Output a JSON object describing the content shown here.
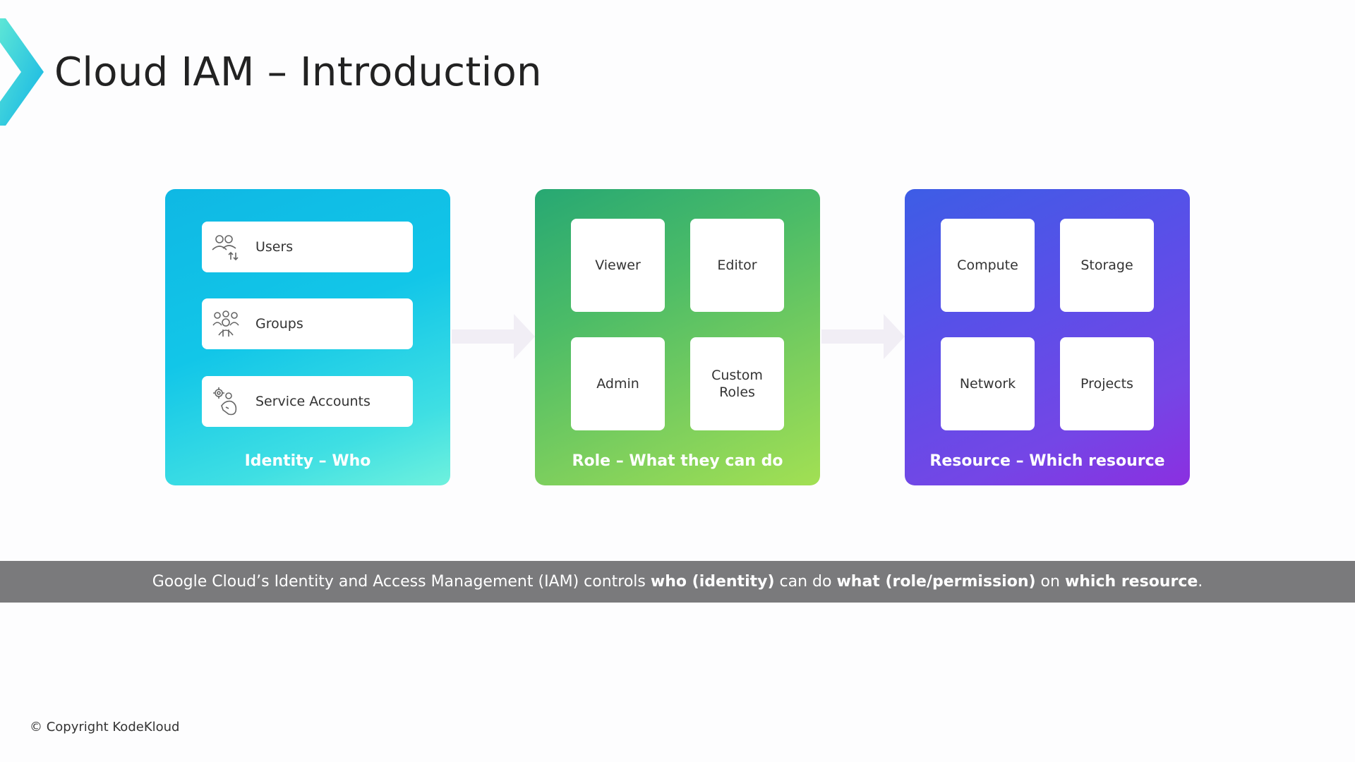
{
  "title": "Cloud IAM – Introduction",
  "colors": {
    "identity": "#12c6e8",
    "role": "#5dbf62",
    "resource": "#6a48e6",
    "banner": "#7a7a7c"
  },
  "identity": {
    "label": "Identity – Who",
    "items": [
      {
        "label": "Users",
        "icon": "users-icon"
      },
      {
        "label": "Groups",
        "icon": "groups-icon"
      },
      {
        "label": "Service Accounts",
        "icon": "service-accounts-icon"
      }
    ]
  },
  "role": {
    "label": "Role – What they can do",
    "items": [
      "Viewer",
      "Editor",
      "Admin",
      "Custom\nRoles"
    ]
  },
  "resource": {
    "label": "Resource – Which resource",
    "items": [
      "Compute",
      "Storage",
      "Network",
      "Projects"
    ]
  },
  "banner": {
    "p1": "Google Cloud’s Identity and Access Management (IAM) controls ",
    "b1": "who (identity)",
    "p2": " can do ",
    "b2": "what (role/permission)",
    "p3": " on ",
    "b3": "which resource",
    "p4": "."
  },
  "copyright": "© Copyright KodeKloud"
}
